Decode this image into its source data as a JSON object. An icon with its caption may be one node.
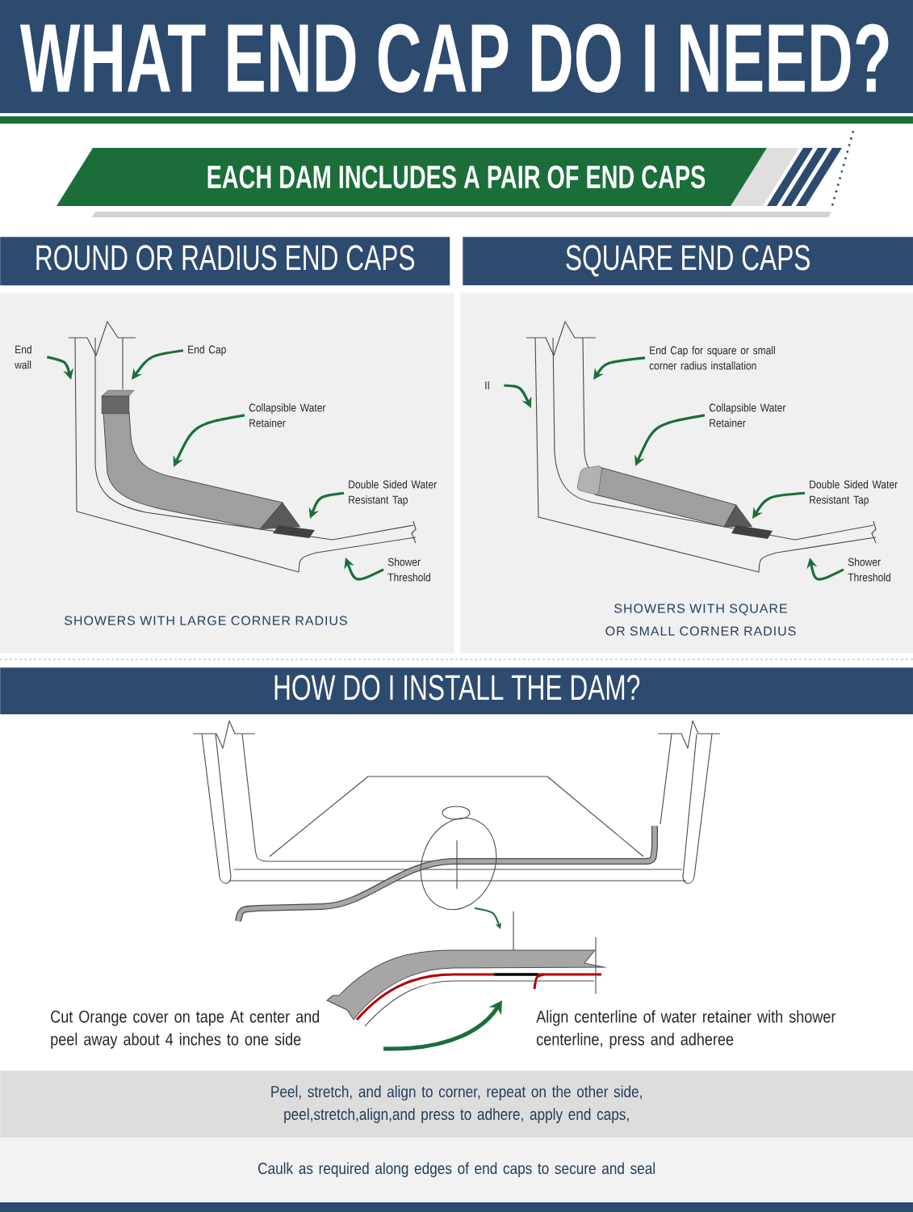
{
  "diagram": {
    "title": "WHAT END CAP DO I NEED?",
    "nodes": [
      {
        "text": [
          "EACH DAM INCLUDES A PAIR OF END CAPS"
        ]
      },
      {
        "text": [
          "ROUND OR RADIUS END CAPS"
        ]
      },
      {
        "text": [
          "SQUARE END CAPS"
        ]
      },
      {
        "text": [
          "SHOWERS WITH LARGE CORNER RADIUS"
        ]
      },
      {
        "text": [
          "End wall"
        ],
        "in": 3
      },
      {
        "text": [
          "End Cap"
        ],
        "in": 18
      },
      {
        "text": [
          "Collapsible Water Retainer"
        ],
        "in": 18
      },
      {
        "text": [
          "Double Sided Water Resistant Tap"
        ],
        "in": 3
      },
      {
        "text": [
          "Shower Threshold"
        ],
        "in": 3
      },
      {
        "text": [
          "SHOWERS WITH SQUARE OR SMALL CORNER RADIUS"
        ]
      },
      {
        "text": [
          "II"
        ],
        "in": 9
      },
      {
        "text": [
          "End Cap for square or small corner radius installation"
        ],
        "in": 19
      },
      {
        "text": [
          "Collapsible Water Retainer"
        ],
        "in": 19
      },
      {
        "text": [
          "Double Sided Water Resistant Tap"
        ],
        "in": 9
      },
      {
        "text": [
          "Shower Threshold"
        ],
        "in": 9
      },
      {
        "text": [
          "HOW DO I INSTALL THE DAM?"
        ]
      },
      {
        "text": [
          "Peel, stretch, and align to corner, repeat on the other side, peel,stretch,align,and press to adhere, apply end caps,"
        ]
      },
      {
        "text": [
          "Caulk as required along edges of end caps to secure and seal"
        ]
      },
      {
        "text": [],
        "shape": "picture",
        "in": 3
      },
      {
        "text": [],
        "shape": "picture",
        "in": 9
      }
    ],
    "edges": [
      {
        "from": 4,
        "to": 18,
        "arrow": "to"
      },
      {
        "from": 5,
        "to": 18,
        "arrow": "to"
      },
      {
        "from": 6,
        "to": 18,
        "arrow": "to"
      },
      {
        "from": 7,
        "to": 18,
        "arrow": "to"
      },
      {
        "from": 8,
        "to": 18,
        "arrow": "to"
      },
      {
        "from": 10,
        "to": 19,
        "arrow": "to"
      },
      {
        "from": 11,
        "to": 19,
        "arrow": "to"
      },
      {
        "from": 12,
        "to": 19,
        "arrow": "to"
      },
      {
        "from": 13,
        "to": 19,
        "arrow": "to"
      },
      {
        "from": 14,
        "to": 19,
        "arrow": "to"
      }
    ],
    "labels": [
      "Cut Orange cover on tape At center and peel away about 4 inches to one side",
      "Align centerline of water retainer with shower centerline, press and adheree"
    ]
  }
}
